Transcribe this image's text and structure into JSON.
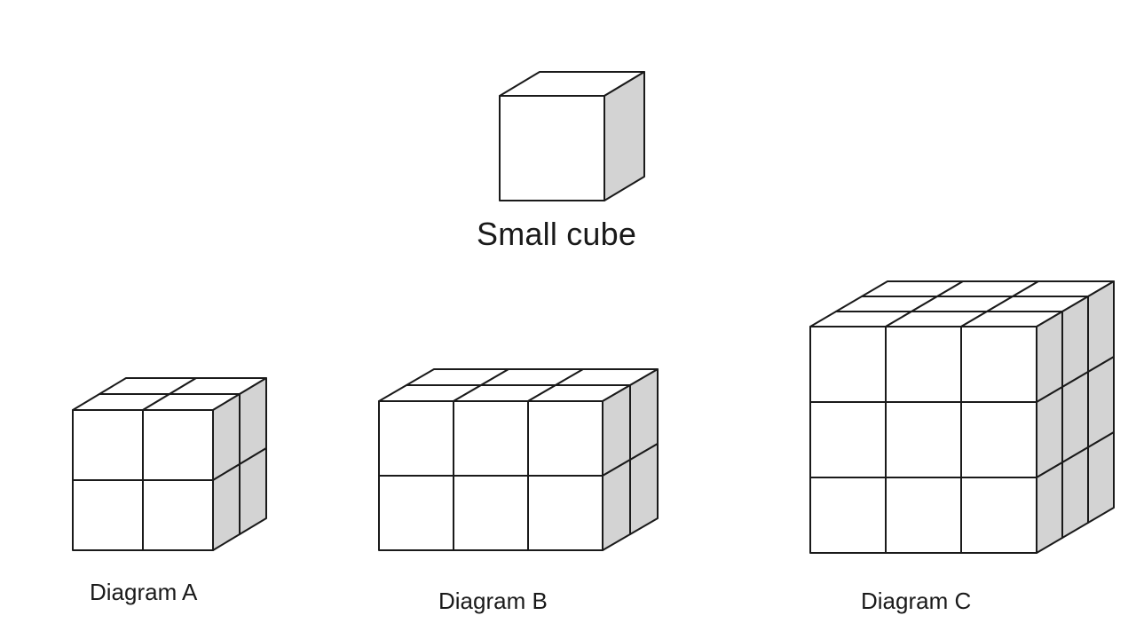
{
  "captions": {
    "small_cube": "Small cube",
    "diagram_a": "Diagram A",
    "diagram_b": "Diagram B",
    "diagram_c": "Diagram C"
  },
  "colors": {
    "face": "#ffffff",
    "side_shade": "#d3d3d3",
    "stroke": "#1a1a1a"
  },
  "arrangements": {
    "small_cube": {
      "wide": 1,
      "deep": 1,
      "high": 1
    },
    "diagram_a": {
      "wide": 2,
      "deep": 2,
      "high": 2
    },
    "diagram_b": {
      "wide": 3,
      "deep": 2,
      "high": 2
    },
    "diagram_c": {
      "wide": 3,
      "deep": 3,
      "high": 3
    }
  }
}
